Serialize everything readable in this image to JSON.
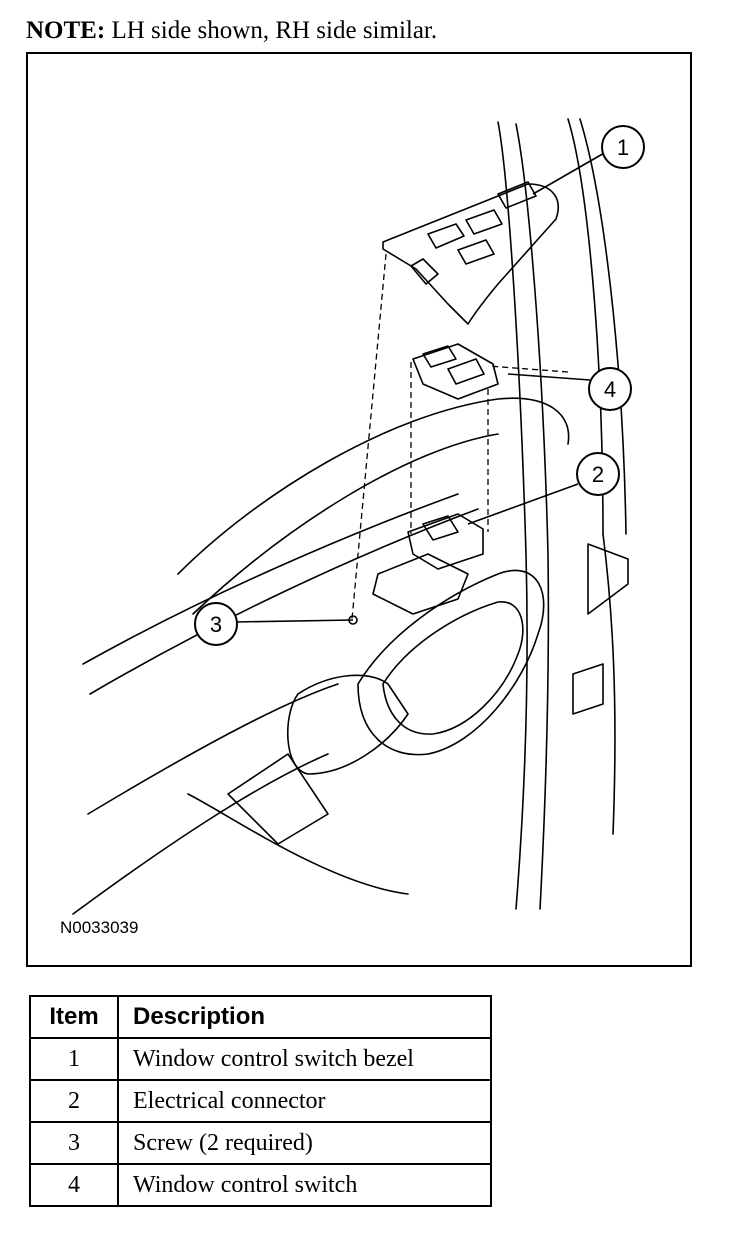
{
  "note": {
    "label": "NOTE:",
    "text": " LH side shown, RH side similar."
  },
  "figure": {
    "id": "N0033039",
    "callouts": [
      "1",
      "2",
      "3",
      "4"
    ]
  },
  "table": {
    "headers": [
      "Item",
      "Description"
    ],
    "rows": [
      {
        "item": "1",
        "description": "Window control switch bezel"
      },
      {
        "item": "2",
        "description": "Electrical connector"
      },
      {
        "item": "3",
        "description": "Screw (2 required)"
      },
      {
        "item": "4",
        "description": "Window control switch"
      }
    ]
  }
}
